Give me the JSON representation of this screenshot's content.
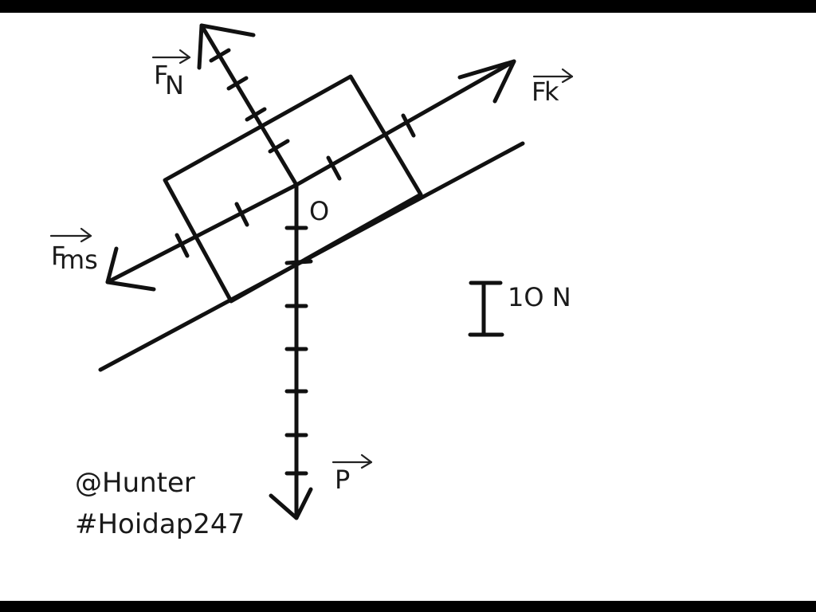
{
  "colors": {
    "ink": "#111111",
    "paper": "#ffffff",
    "frame": "#000000"
  },
  "labels": {
    "normal_force": {
      "base": "F",
      "sub": "N"
    },
    "traction_force": {
      "base": "F",
      "sub": "k"
    },
    "friction_force": {
      "base": "F",
      "sub": "ms"
    },
    "weight": {
      "base": "P",
      "sub": ""
    },
    "origin": "O",
    "scale": "1O N"
  },
  "credits": {
    "author": "@Hunter",
    "tag": "#Hoidap247"
  }
}
